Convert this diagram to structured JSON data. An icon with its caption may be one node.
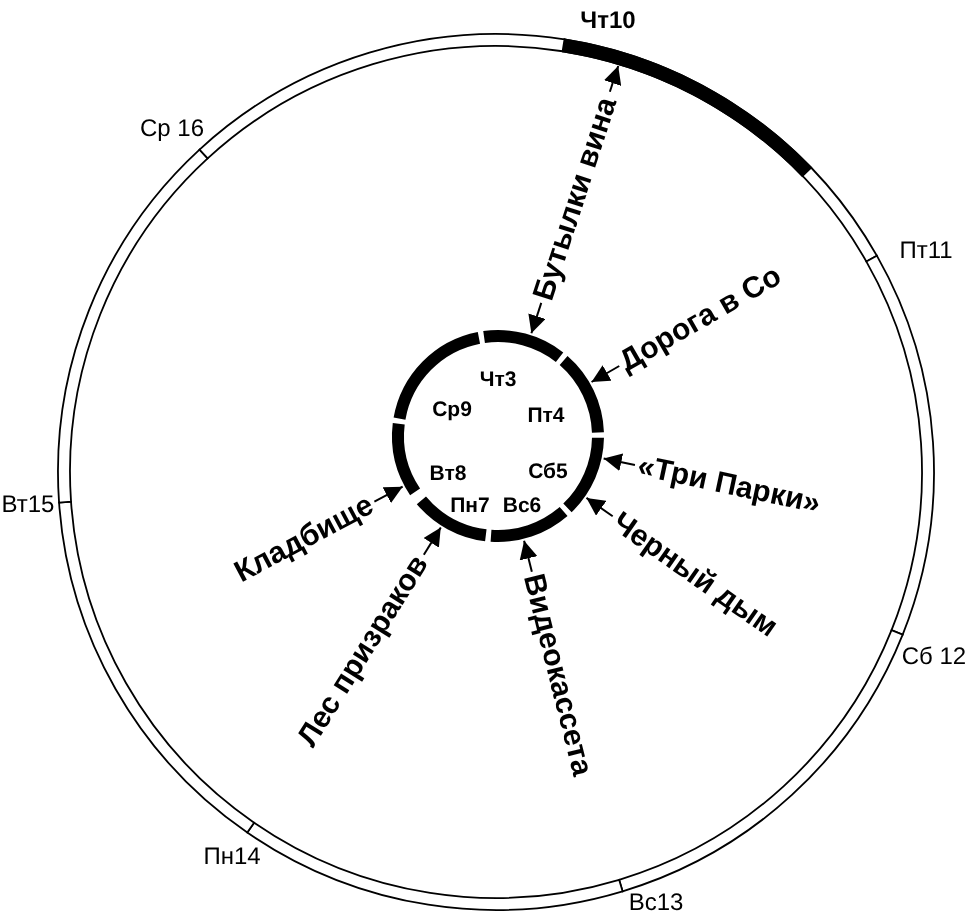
{
  "diagram": {
    "nodes": [
      {
        "text": [
          "Чт10"
        ]
      },
      {
        "text": [
          "Пт11"
        ]
      },
      {
        "text": [
          "Сб 12"
        ]
      },
      {
        "text": [
          "Вс13"
        ]
      },
      {
        "text": [
          "Пн14"
        ]
      },
      {
        "text": [
          "Вт15"
        ]
      },
      {
        "text": [
          "Ср 16"
        ]
      },
      {
        "text": [
          "Чт3"
        ]
      },
      {
        "text": [
          "Пт4"
        ]
      },
      {
        "text": [
          "Сб5"
        ]
      },
      {
        "text": [
          "Вс6"
        ]
      },
      {
        "text": [
          "Пн7"
        ]
      },
      {
        "text": [
          "Вт8"
        ]
      },
      {
        "text": [
          "Ср9"
        ]
      },
      {
        "text": [
          "Бутылки вина"
        ]
      },
      {
        "text": [
          "Дорога в Со"
        ]
      },
      {
        "text": [
          "«Три Парки»"
        ]
      },
      {
        "text": [
          "Черный дым"
        ]
      },
      {
        "text": [
          "Видеокассета"
        ]
      },
      {
        "text": [
          "Лес призраков"
        ]
      },
      {
        "text": [
          "Кладбище"
        ]
      }
    ],
    "edges": [
      {
        "from": 14,
        "to": 0,
        "arrow": "to"
      },
      {
        "from": 14,
        "to": 7,
        "arrow": "to"
      },
      {
        "from": 15,
        "to": 8,
        "arrow": "to"
      },
      {
        "from": 16,
        "to": 9,
        "arrow": "to"
      },
      {
        "from": 17,
        "to": 9,
        "arrow": "to"
      },
      {
        "from": 18,
        "to": 10,
        "arrow": "to"
      },
      {
        "from": 19,
        "to": 11,
        "arrow": "to"
      },
      {
        "from": 20,
        "to": 12,
        "arrow": "to"
      }
    ]
  }
}
